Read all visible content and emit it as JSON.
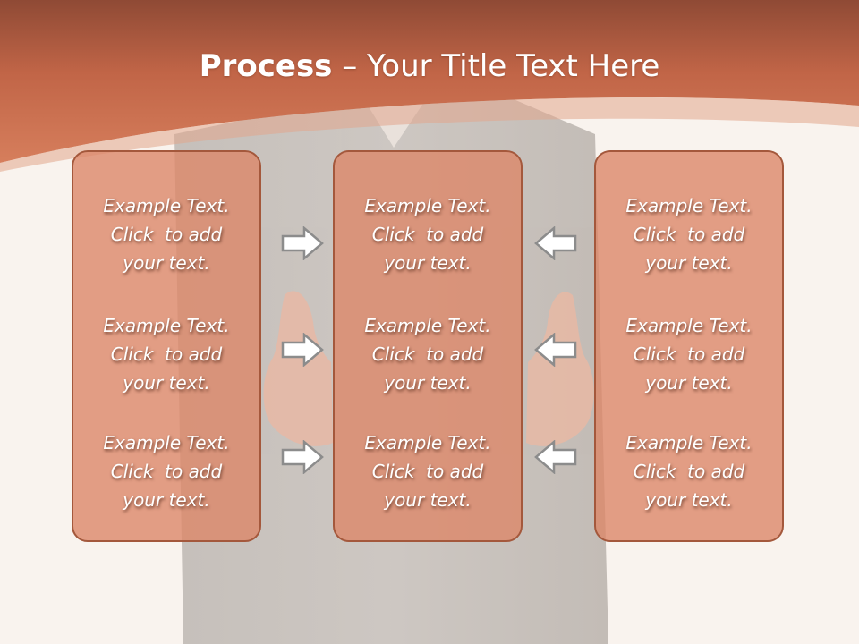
{
  "title": {
    "bold": "Process",
    "rest": " – Your Title Text Here"
  },
  "columns": [
    {
      "items": [
        {
          "line1": "Example Text.",
          "line2": "Click  to add",
          "line3": "your text."
        },
        {
          "line1": "Example Text.",
          "line2": "Click  to add",
          "line3": "your text."
        },
        {
          "line1": "Example Text.",
          "line2": "Click  to add",
          "line3": "your text."
        }
      ]
    },
    {
      "items": [
        {
          "line1": "Example Text.",
          "line2": "Click  to add",
          "line3": "your text."
        },
        {
          "line1": "Example Text.",
          "line2": "Click  to add",
          "line3": "your text."
        },
        {
          "line1": "Example Text.",
          "line2": "Click  to add",
          "line3": "your text."
        }
      ]
    },
    {
      "items": [
        {
          "line1": "Example Text.",
          "line2": "Click  to add",
          "line3": "your text."
        },
        {
          "line1": "Example Text.",
          "line2": "Click  to add",
          "line3": "your text."
        },
        {
          "line1": "Example Text.",
          "line2": "Click  to add",
          "line3": "your text."
        }
      ]
    }
  ],
  "arrows": {
    "left": [
      "right-arrow-icon",
      "right-arrow-icon",
      "right-arrow-icon"
    ],
    "right": [
      "left-arrow-icon",
      "left-arrow-icon",
      "left-arrow-icon"
    ]
  },
  "colors": {
    "header": "#c96a4c",
    "box_fill": "#dc8769",
    "box_border": "#a4583c",
    "background": "#f9f3ee"
  }
}
